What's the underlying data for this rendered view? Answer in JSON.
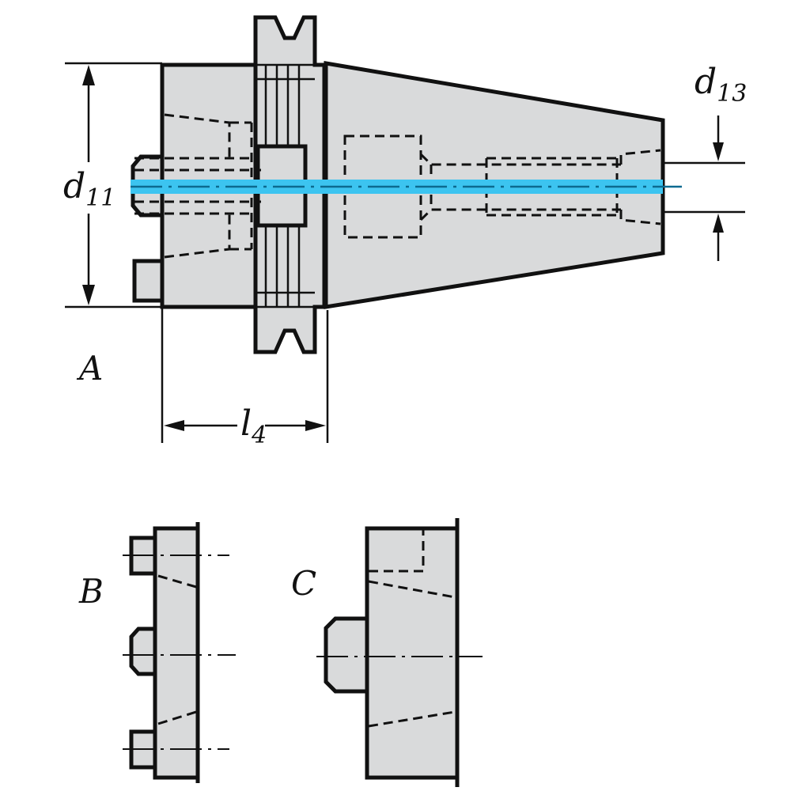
{
  "labels": {
    "view_a": "A",
    "view_b": "B",
    "view_c": "C"
  },
  "dimensions": {
    "d11": {
      "symbol": "d",
      "subscript": "11"
    },
    "d13": {
      "symbol": "d",
      "subscript": "13"
    },
    "l4": {
      "symbol": "l",
      "subscript": "4"
    }
  },
  "colors": {
    "body_fill": "#d9dadb",
    "outline": "#111111",
    "axis_highlight": "#3cc4f0"
  }
}
